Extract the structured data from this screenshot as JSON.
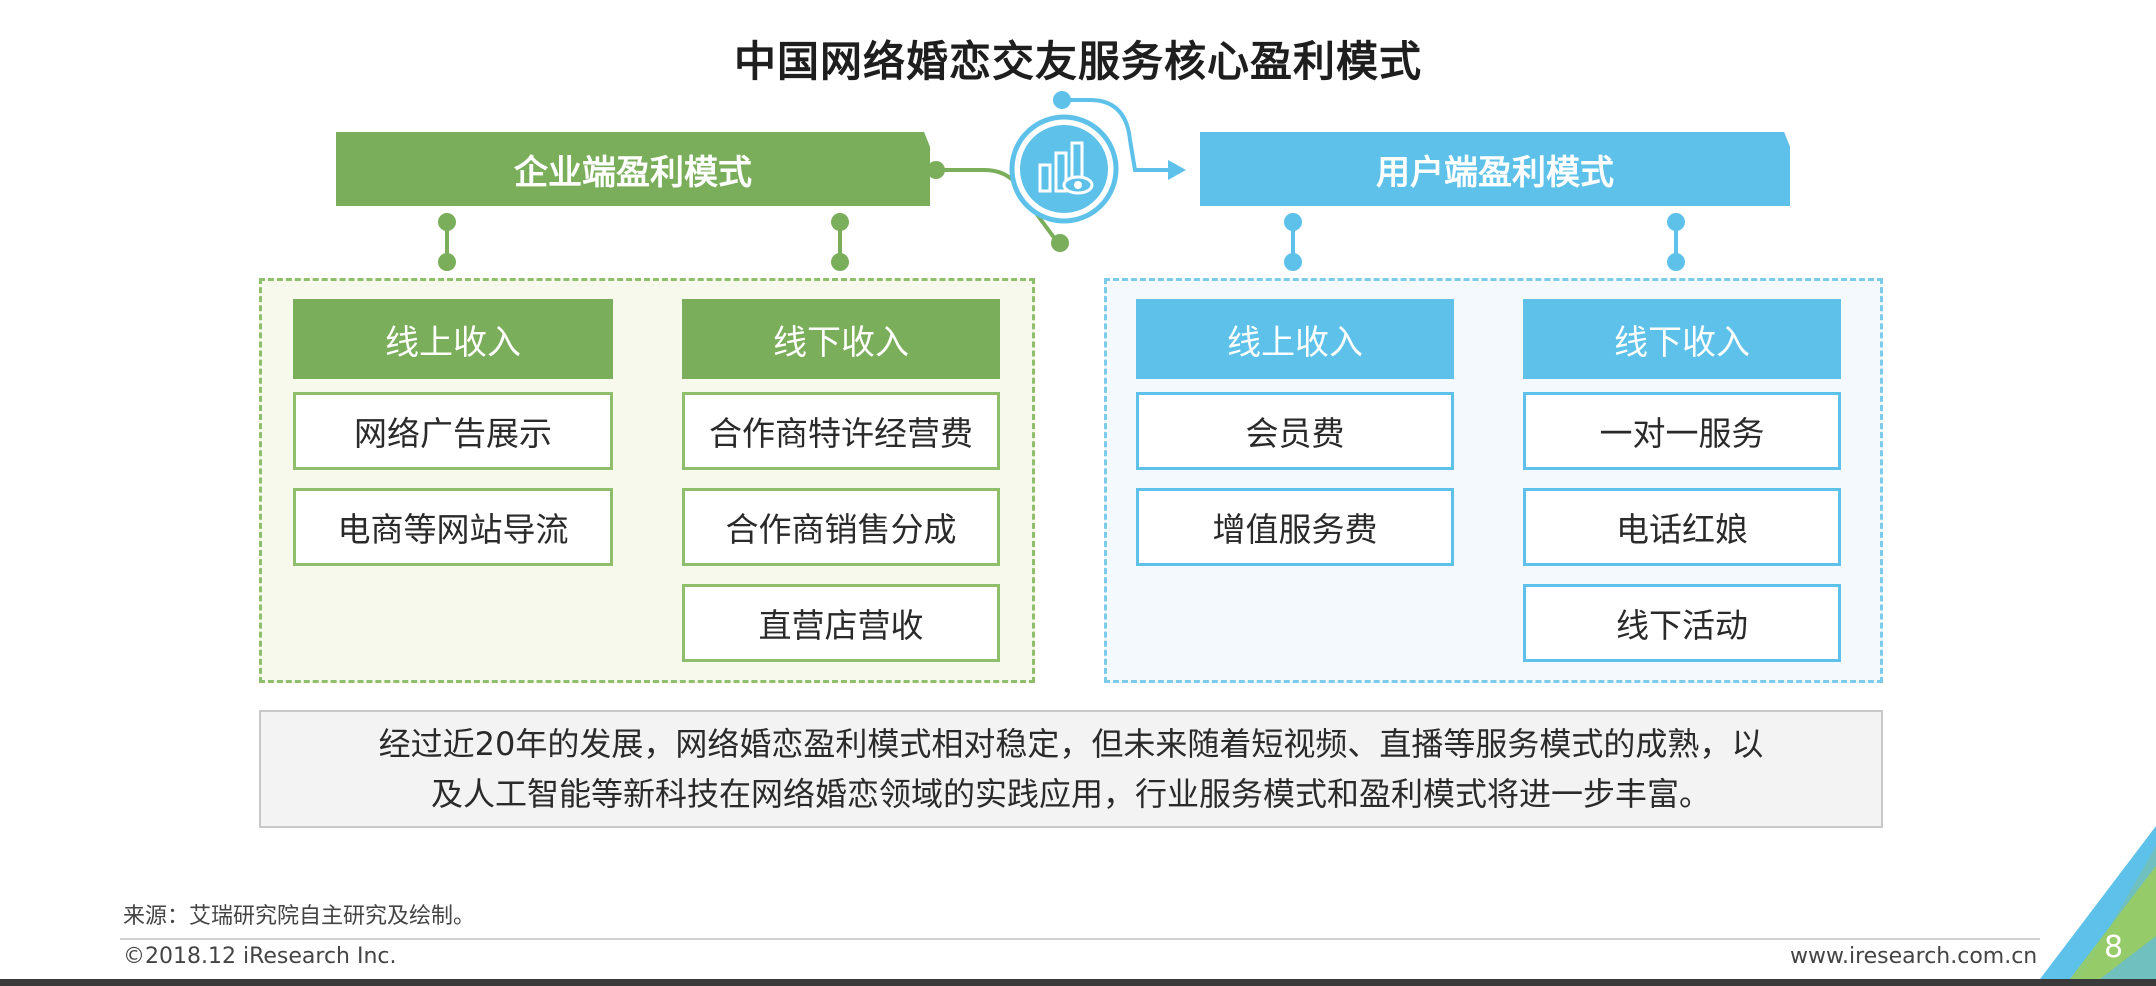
{
  "title": "中国网络婚恋交友服务核心盈利模式",
  "enterprise": {
    "header": "企业端盈利模式",
    "online": {
      "label": "线上收入",
      "items": [
        "网络广告展示",
        "电商等网站导流"
      ]
    },
    "offline": {
      "label": "线下收入",
      "items": [
        "合作商特许经营费",
        "合作商销售分成",
        "直营店营收"
      ]
    }
  },
  "user": {
    "header": "用户端盈利模式",
    "online": {
      "label": "线上收入",
      "items": [
        "会员费",
        "增值服务费"
      ]
    },
    "offline": {
      "label": "线下收入",
      "items": [
        "一对一服务",
        "电话红娘",
        "线下活动"
      ]
    }
  },
  "summary": {
    "line1": "经过近20年的发展，网络婚恋盈利模式相对稳定，但未来随着短视频、直播等服务模式的成熟，以",
    "line2": "及人工智能等新科技在网络婚恋领域的实践应用，行业服务模式和盈利模式将进一步丰富。"
  },
  "footer": {
    "source": "来源：艾瑞研究院自主研究及绘制。",
    "copyright": "©2018.12 iResearch Inc.",
    "website": "www.iresearch.com.cn",
    "page_number": "8"
  },
  "colors": {
    "green": "#7bae5b",
    "blue": "#5dc1ea"
  },
  "icons": {
    "center": "chart-eye-icon"
  }
}
